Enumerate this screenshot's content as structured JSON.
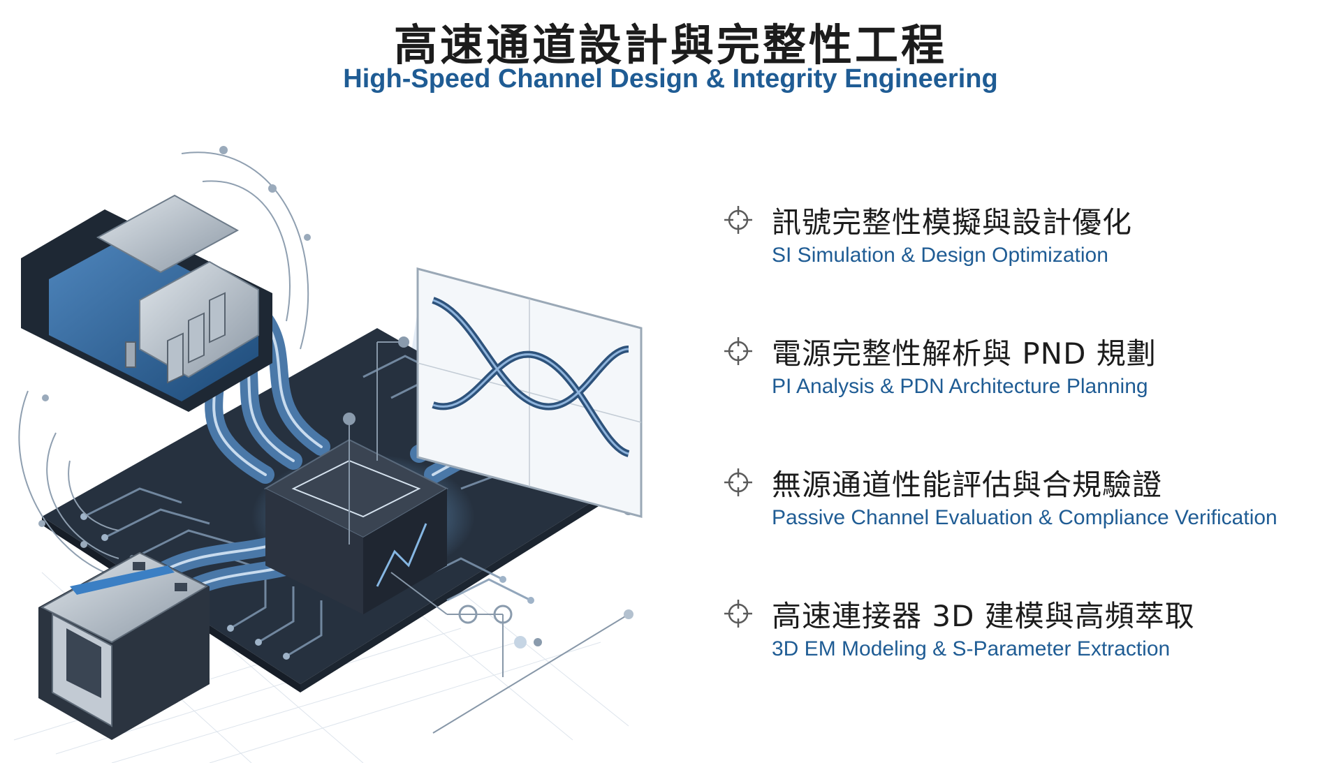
{
  "header": {
    "title_zh": "高速通道設計與完整性工程",
    "title_en": "High-Speed Channel Design & Integrity Engineering"
  },
  "features": [
    {
      "zh": "訊號完整性模擬與設計優化",
      "en": "SI Simulation & Design Optimization",
      "icon": "crosshair-icon"
    },
    {
      "zh": "電源完整性解析與 PND 規劃",
      "en": "PI Analysis & PDN Architecture Planning",
      "icon": "crosshair-icon"
    },
    {
      "zh": "無源通道性能評估與合規驗證",
      "en": "Passive Channel Evaluation & Compliance Verification",
      "icon": "crosshair-icon"
    },
    {
      "zh": "高速連接器 3D 建模與高頻萃取",
      "en": "3D EM Modeling & S-Parameter Extraction",
      "icon": "crosshair-icon"
    }
  ],
  "colors": {
    "title": "#1c1c1c",
    "accent_blue": "#1f5c94",
    "board": "#2f3b4b",
    "trace": "#8fa9c4",
    "connector_blue": "#2e5d8f",
    "metal": "#aab4bf"
  }
}
